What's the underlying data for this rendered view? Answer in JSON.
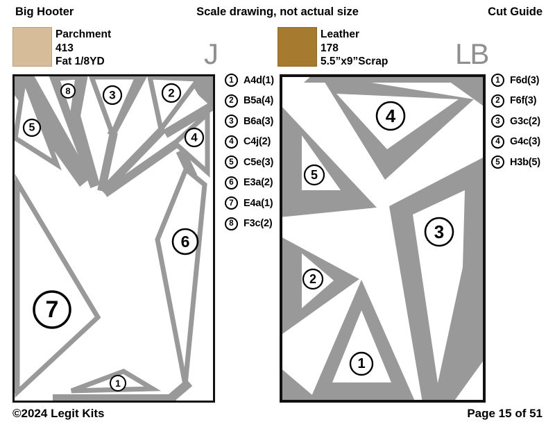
{
  "page": {
    "title": "Big Hooter",
    "scale_note": "Scale drawing, not actual size",
    "guide_title": "Cut Guide",
    "copyright": "©2024 Legit Kits",
    "page_number": "Page 15 of 51"
  },
  "colors": {
    "piece_gray": "#999999",
    "block_letter_gray": "#8f8f8f",
    "parchment_swatch": "#d6bc98",
    "leather_swatch": "#a67b30"
  },
  "blocks": [
    {
      "label": "J",
      "fabric_name": "Parchment",
      "fabric_number": "413",
      "fabric_cut": "Fat 1/8YD",
      "legend": [
        {
          "num": "1",
          "piece": "A4d(1)"
        },
        {
          "num": "2",
          "piece": "B5a(4)"
        },
        {
          "num": "3",
          "piece": "B6a(3)"
        },
        {
          "num": "4",
          "piece": "C4j(2)"
        },
        {
          "num": "5",
          "piece": "C5e(3)"
        },
        {
          "num": "6",
          "piece": "E3a(2)"
        },
        {
          "num": "7",
          "piece": "E4a(1)"
        },
        {
          "num": "8",
          "piece": "F3c(2)"
        }
      ],
      "pieces": [
        "1",
        "2",
        "3",
        "4",
        "5",
        "6",
        "7",
        "8"
      ]
    },
    {
      "label": "LB",
      "fabric_name": "Leather",
      "fabric_number": "178",
      "fabric_cut": "5.5”x9”Scrap",
      "legend": [
        {
          "num": "1",
          "piece": "F6d(3)"
        },
        {
          "num": "2",
          "piece": "F6f(3)"
        },
        {
          "num": "3",
          "piece": "G3c(2)"
        },
        {
          "num": "4",
          "piece": "G4c(3)"
        },
        {
          "num": "5",
          "piece": "H3b(5)"
        }
      ],
      "pieces": [
        "1",
        "2",
        "3",
        "4",
        "5"
      ]
    }
  ]
}
